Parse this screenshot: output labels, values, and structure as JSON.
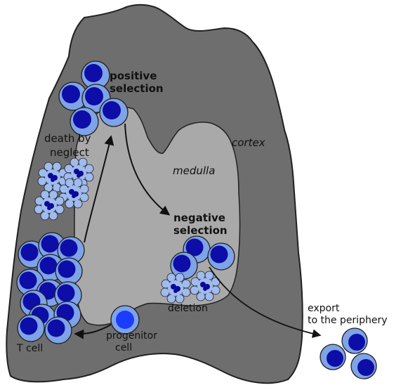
{
  "labels": {
    "positive_1": "positive",
    "positive_2": "selection",
    "death_1": "death by",
    "death_2": "neglect",
    "cortex": "cortex",
    "medulla": "medulla",
    "negative_1": "negative",
    "negative_2": "selection",
    "deletion": "deletion",
    "export_1": "export",
    "export_2": "to the periphery",
    "progenitor_1": "progenitor",
    "progenitor_2": "cell",
    "tcell": "T cell"
  },
  "colors": {
    "cortex_fill": "#6e6e6e",
    "medulla_fill": "#a9a9a9",
    "outline": "#202020",
    "cell_outer": "#7ea3e6",
    "cell_nucleus": "#0d0da8",
    "progenitor_nucleus": "#1a3cff",
    "apoptotic_bleb": "#9fbbef",
    "apoptotic_core": "#0a0a96",
    "arrow": "#111111"
  }
}
